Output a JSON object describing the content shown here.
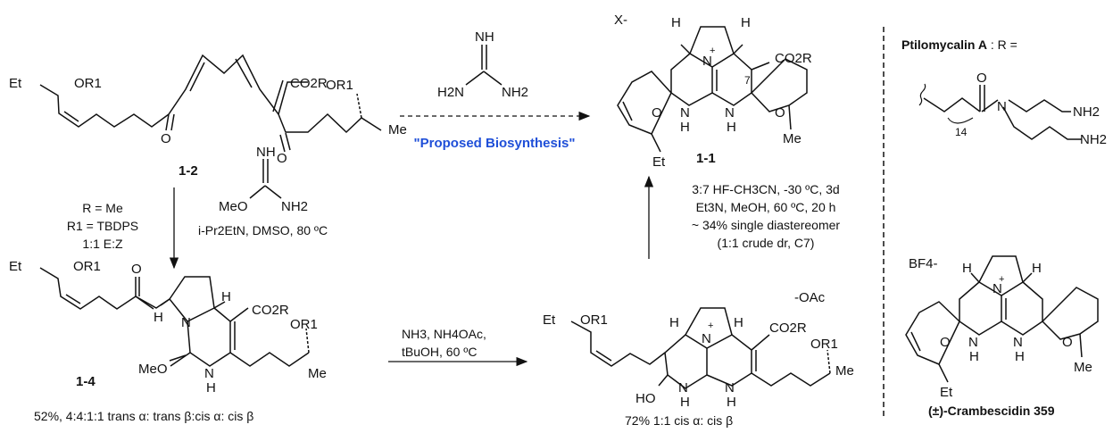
{
  "compounds": {
    "c12": {
      "id": "1-2",
      "labels": [
        "Et",
        "OR1",
        "CO2R",
        "OR1",
        "Me",
        "O",
        "O"
      ]
    },
    "c11": {
      "id": "1-1",
      "labels": [
        "X-",
        "H",
        "H",
        "+",
        "N",
        "7",
        "CO2R",
        "N",
        "N",
        "H",
        "H",
        "O",
        "O",
        "Et",
        "Me"
      ]
    },
    "c14": {
      "id": "1-4",
      "labels": [
        "Et",
        "OR1",
        "O",
        "H",
        "H",
        "CO2R",
        "OR1",
        "N",
        "N",
        "MeO",
        "H",
        "Me"
      ],
      "yield": "52%, 4:4:1:1 trans α: trans β:cis α: cis β"
    },
    "int": {
      "labels": [
        "Et",
        "OR1",
        "H",
        "H",
        "+",
        "N",
        "-OAc",
        "CO2R",
        "OR1",
        "HO",
        "N",
        "N",
        "H",
        "H",
        "Me"
      ],
      "yield": "72% 1:1 cis α: cis β"
    },
    "ptilo": {
      "title": "Ptilomycalin A",
      "suffix": ": R =",
      "labels": [
        "O",
        "N",
        "NH2",
        "NH2",
        "14"
      ]
    },
    "crambe": {
      "name": "(±)-Crambescidin 359",
      "labels": [
        "BF4-",
        "H",
        "H",
        "+",
        "N",
        "N",
        "N",
        "H",
        "H",
        "O",
        "O",
        "Et",
        "Me"
      ]
    }
  },
  "reagents": {
    "guanidine": {
      "labels": [
        "NH",
        "H2N",
        "NH2"
      ]
    },
    "biosynthesis": "\"Proposed Biosynthesis\"",
    "step1_conditions": [
      "R = Me",
      "R1 = TBDPS",
      "1:1 E:Z"
    ],
    "isourea": {
      "labels": [
        "NH",
        "MeO",
        "NH2"
      ]
    },
    "step1_base": "i-Pr2EtN, DMSO, 80 ºC",
    "step2_conditions": [
      "NH3, NH4OAc,",
      "tBuOH, 60 ºC"
    ],
    "step3_conditions": [
      "3:7 HF-CH3CN, -30 ºC, 3d",
      "Et3N, MeOH, 60 ºC, 20 h",
      "~ 34% single diastereomer",
      "(1:1 crude dr, C7)"
    ]
  }
}
